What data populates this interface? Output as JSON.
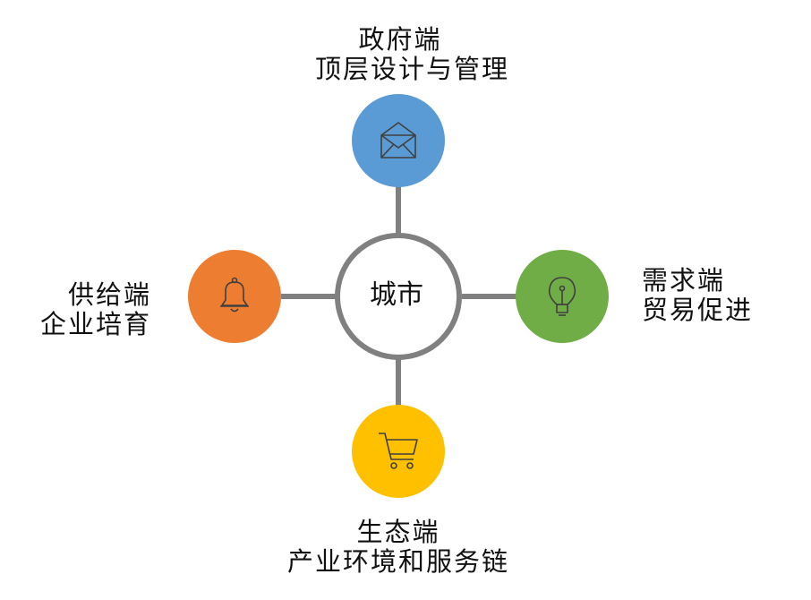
{
  "center": {
    "label": "城市",
    "border_color": "#808080"
  },
  "nodes": {
    "top": {
      "title": "政府端",
      "subtitle": "顶层设计与管理",
      "color": "#5B9BD5",
      "icon": "envelope-icon"
    },
    "right": {
      "title": "需求端",
      "subtitle": "贸易促进",
      "color": "#70AD47",
      "icon": "lightbulb-icon"
    },
    "bottom": {
      "title": "生态端",
      "subtitle": "产业环境和服务链",
      "color": "#FFC000",
      "icon": "shopping-cart-icon"
    },
    "left": {
      "title": "供给端",
      "subtitle": "企业培育",
      "color": "#ED7D31",
      "icon": "bell-icon"
    }
  },
  "connector_color": "#808080"
}
